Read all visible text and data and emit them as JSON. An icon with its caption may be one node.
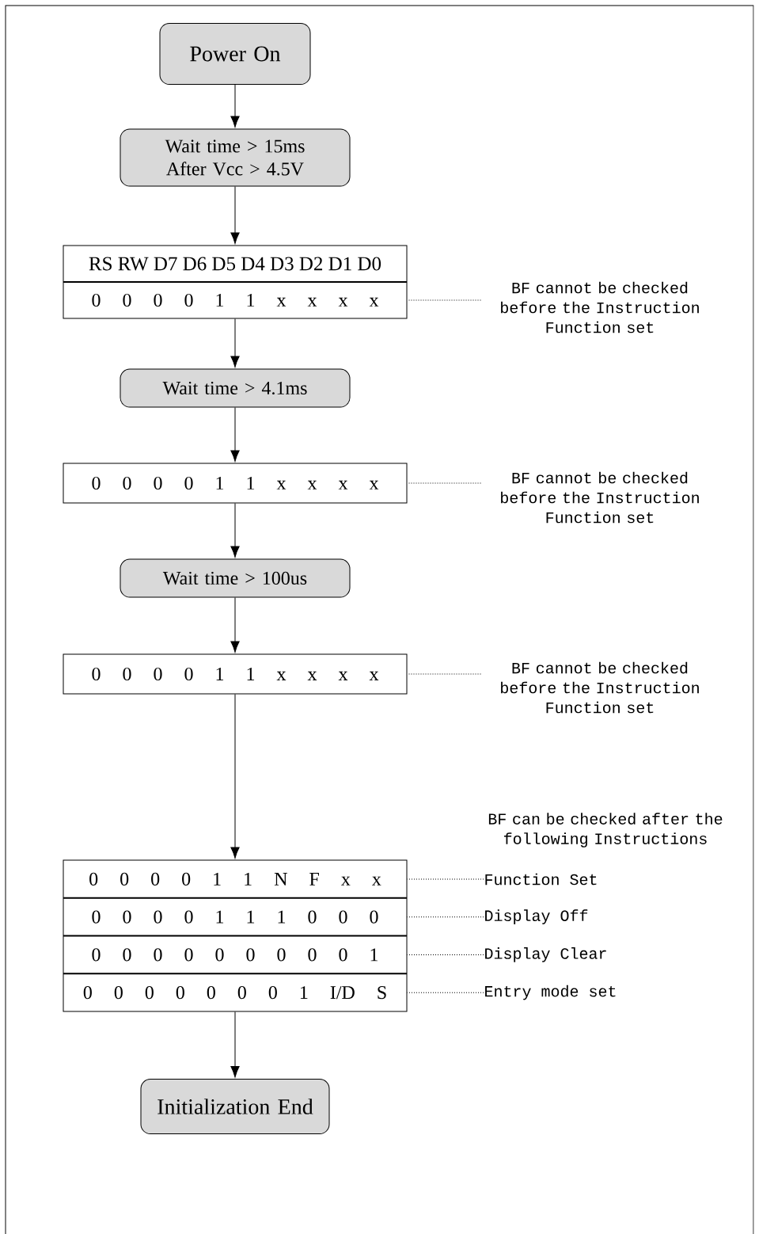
{
  "diagram": {
    "nodes": [
      {
        "text": [
          "Power On"
        ]
      },
      {
        "text": [
          "Wait time > 15ms After Vcc > 4.5V"
        ]
      },
      {
        "text": [
          "RS RW D7 D6 D5 D4 D3 D2 D1 D0",
          "0 0 0 0 1 1 x x x x"
        ]
      },
      {
        "text": [
          "BF cannot be checked before the Instruction Function set"
        ]
      },
      {
        "text": [
          "Wait time > 4.1ms"
        ]
      },
      {
        "text": [
          "0 0 0 0 1 1 x x x x"
        ]
      },
      {
        "text": [
          "BF cannot be checked before the Instruction Function set"
        ]
      },
      {
        "text": [
          "Wait time > 100us"
        ]
      },
      {
        "text": [
          "0 0 0 0 1 1 x x x x"
        ]
      },
      {
        "text": [
          "BF cannot be checked before the Instruction Function set"
        ]
      },
      {
        "text": [],
        "shape": "box"
      },
      {
        "text": [
          "0 0 0 0 1 1 N F x x"
        ],
        "in": 10
      },
      {
        "text": [
          "0 0 0 0 1 1 1 0 0 0"
        ],
        "in": 10
      },
      {
        "text": [
          "0 0 0 0 0 0 0 0 0 1"
        ],
        "in": 10
      },
      {
        "text": [
          "0 0 0 0 0 0 0 1 I/D S"
        ],
        "in": 10
      },
      {
        "text": [
          "Function Set"
        ]
      },
      {
        "text": [
          "Display Off"
        ]
      },
      {
        "text": [
          "Display Clear"
        ]
      },
      {
        "text": [
          "Entry mode set"
        ]
      },
      {
        "text": [
          "Initialization End"
        ]
      }
    ],
    "edges": [
      {
        "from": 0,
        "to": 1,
        "arrow": "to"
      },
      {
        "from": 1,
        "to": 2,
        "arrow": "to"
      },
      {
        "from": 3,
        "to": 2,
        "arrow": "none",
        "style": "dashed"
      },
      {
        "from": 2,
        "to": 4,
        "arrow": "to"
      },
      {
        "from": 4,
        "to": 5,
        "arrow": "to"
      },
      {
        "from": 6,
        "to": 5,
        "arrow": "none",
        "style": "dashed"
      },
      {
        "from": 5,
        "to": 7,
        "arrow": "to"
      },
      {
        "from": 7,
        "to": 8,
        "arrow": "to"
      },
      {
        "from": 9,
        "to": 8,
        "arrow": "none",
        "style": "dashed"
      },
      {
        "from": 8,
        "to": 10,
        "arrow": "to"
      },
      {
        "from": 15,
        "to": 11,
        "arrow": "none",
        "style": "dashed"
      },
      {
        "from": 16,
        "to": 12,
        "arrow": "none",
        "style": "dashed"
      },
      {
        "from": 17,
        "to": 13,
        "arrow": "none",
        "style": "dashed"
      },
      {
        "from": 18,
        "to": 14,
        "arrow": "none",
        "style": "dashed"
      },
      {
        "from": 10,
        "to": 19,
        "arrow": "to"
      }
    ],
    "labels": [
      "BF can be checked after the following Instructions"
    ]
  }
}
